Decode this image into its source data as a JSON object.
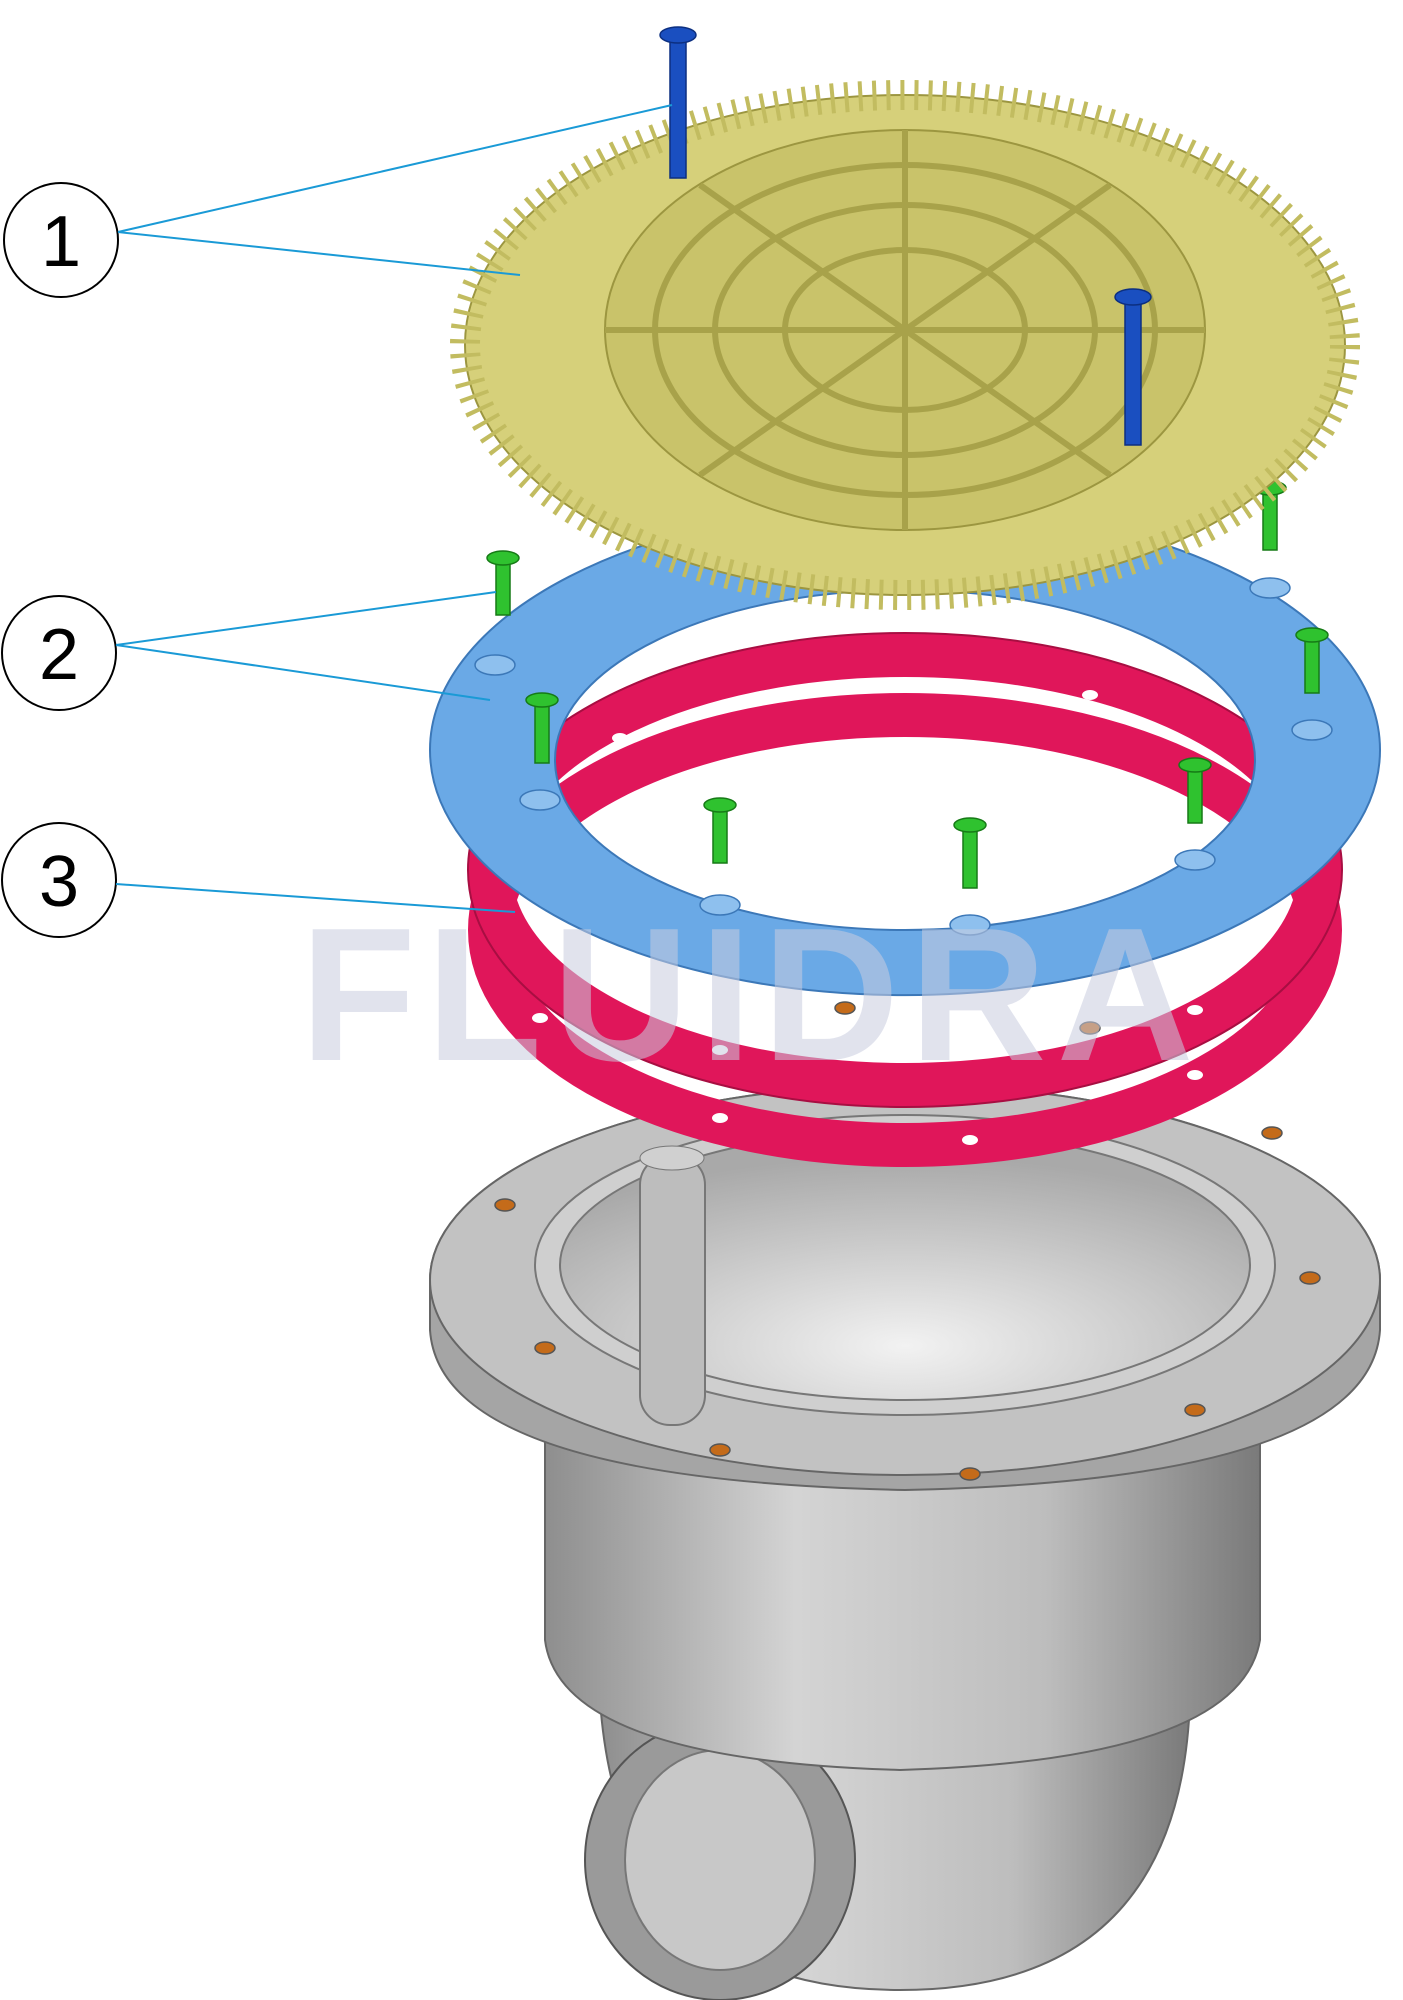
{
  "diagram": {
    "callouts": [
      {
        "label": "1",
        "part": "grate-cover"
      },
      {
        "label": "2",
        "part": "clamping-ring"
      },
      {
        "label": "3",
        "part": "gaskets"
      }
    ],
    "watermark": "FLUIDRA",
    "colors": {
      "grate": "#d6d07a",
      "ring": "#6aa9e6",
      "gasket": "#e0165a",
      "body": "#b8b8b8",
      "screw_blue": "#1a4fc0",
      "screw_green": "#2fc22f",
      "leader": "#1a9ad6"
    }
  }
}
